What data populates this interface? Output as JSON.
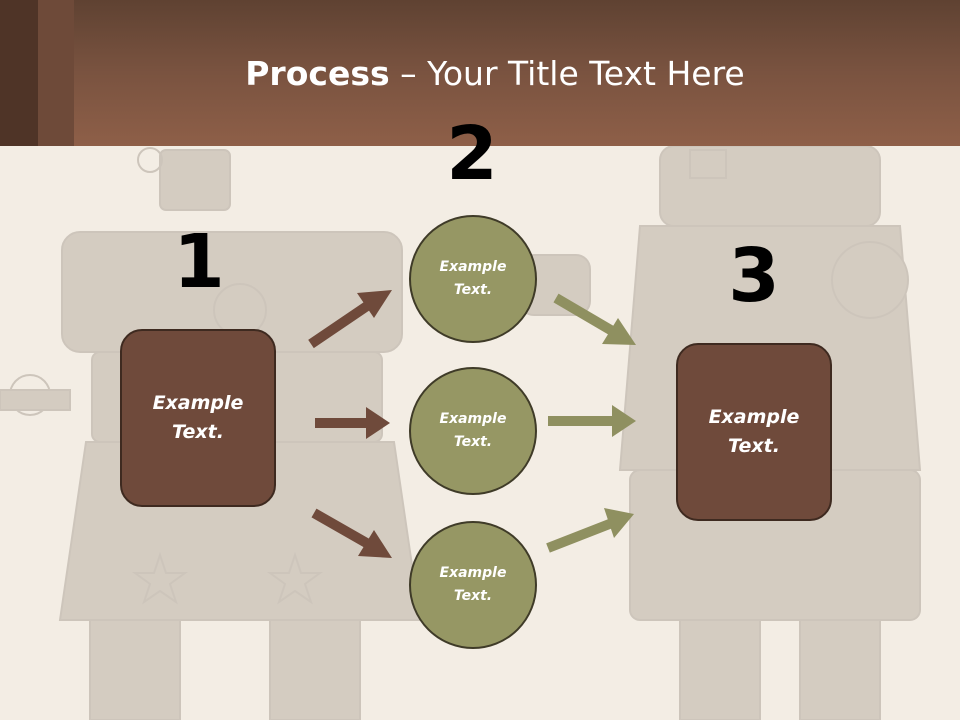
{
  "title": {
    "bold": "Process",
    "rest": " – Your Title Text Here"
  },
  "steps": {
    "one": {
      "number": "1",
      "text": "Example\nText."
    },
    "two": {
      "number": "2"
    },
    "three": {
      "number": "3",
      "text": "Example\nText."
    }
  },
  "circles": [
    {
      "text": "Example\nText."
    },
    {
      "text": "Example\nText."
    },
    {
      "text": "Example\nText."
    }
  ],
  "colors": {
    "header": "#7a5340",
    "box": "#6f4a3b",
    "circle": "#969764",
    "arrow_left": "#6f4a3b",
    "arrow_right": "#8f9060"
  }
}
